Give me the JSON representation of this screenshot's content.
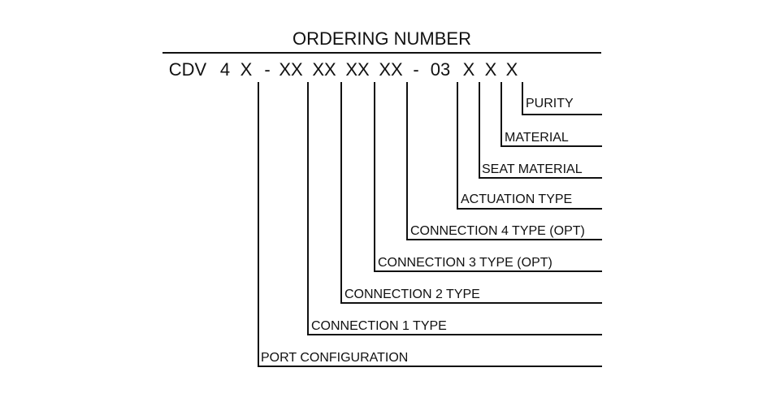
{
  "diagram": {
    "title": "ORDERING NUMBER",
    "code_segments": [
      "CDV",
      "4",
      "X",
      "-",
      "XX",
      "XX",
      "XX",
      "XX",
      "-",
      "03",
      "X",
      "X",
      "X"
    ],
    "callouts": [
      "PURITY",
      "MATERIAL",
      "SEAT MATERIAL",
      "ACTUATION TYPE",
      "CONNECTION 4 TYPE (OPT)",
      "CONNECTION 3 TYPE (OPT)",
      "CONNECTION 2 TYPE",
      "CONNECTION 1 TYPE",
      "PORT CONFIGURATION"
    ]
  }
}
